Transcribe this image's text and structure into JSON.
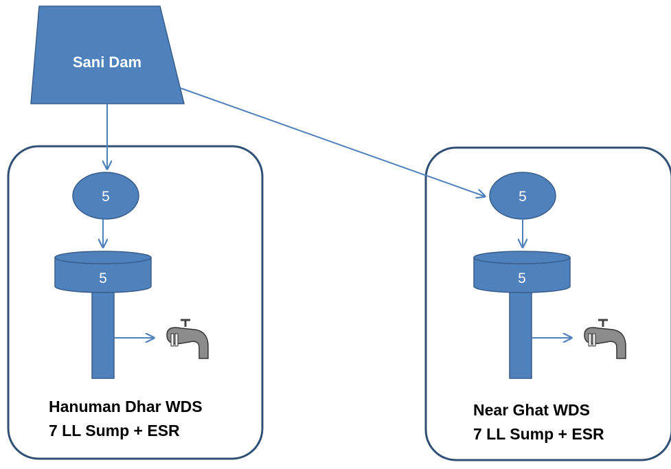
{
  "source": {
    "label": "Sani Dam"
  },
  "systems": [
    {
      "node_value": "5",
      "tank_value": "5",
      "name": "Hanuman Dhar WDS",
      "capacity": "7 LL Sump + ESR"
    },
    {
      "node_value": "5",
      "tank_value": "5",
      "name": "Near Ghat WDS",
      "capacity": "7 LL Sump + ESR"
    }
  ],
  "colors": {
    "fill": "#4F81BD",
    "stroke": "#385D8A",
    "panel_border": "#2F4F75",
    "arrow": "#4F81BD",
    "tap": "#8C8C8C"
  },
  "icons": [
    "water-tap-icon",
    "water-tap-icon"
  ]
}
